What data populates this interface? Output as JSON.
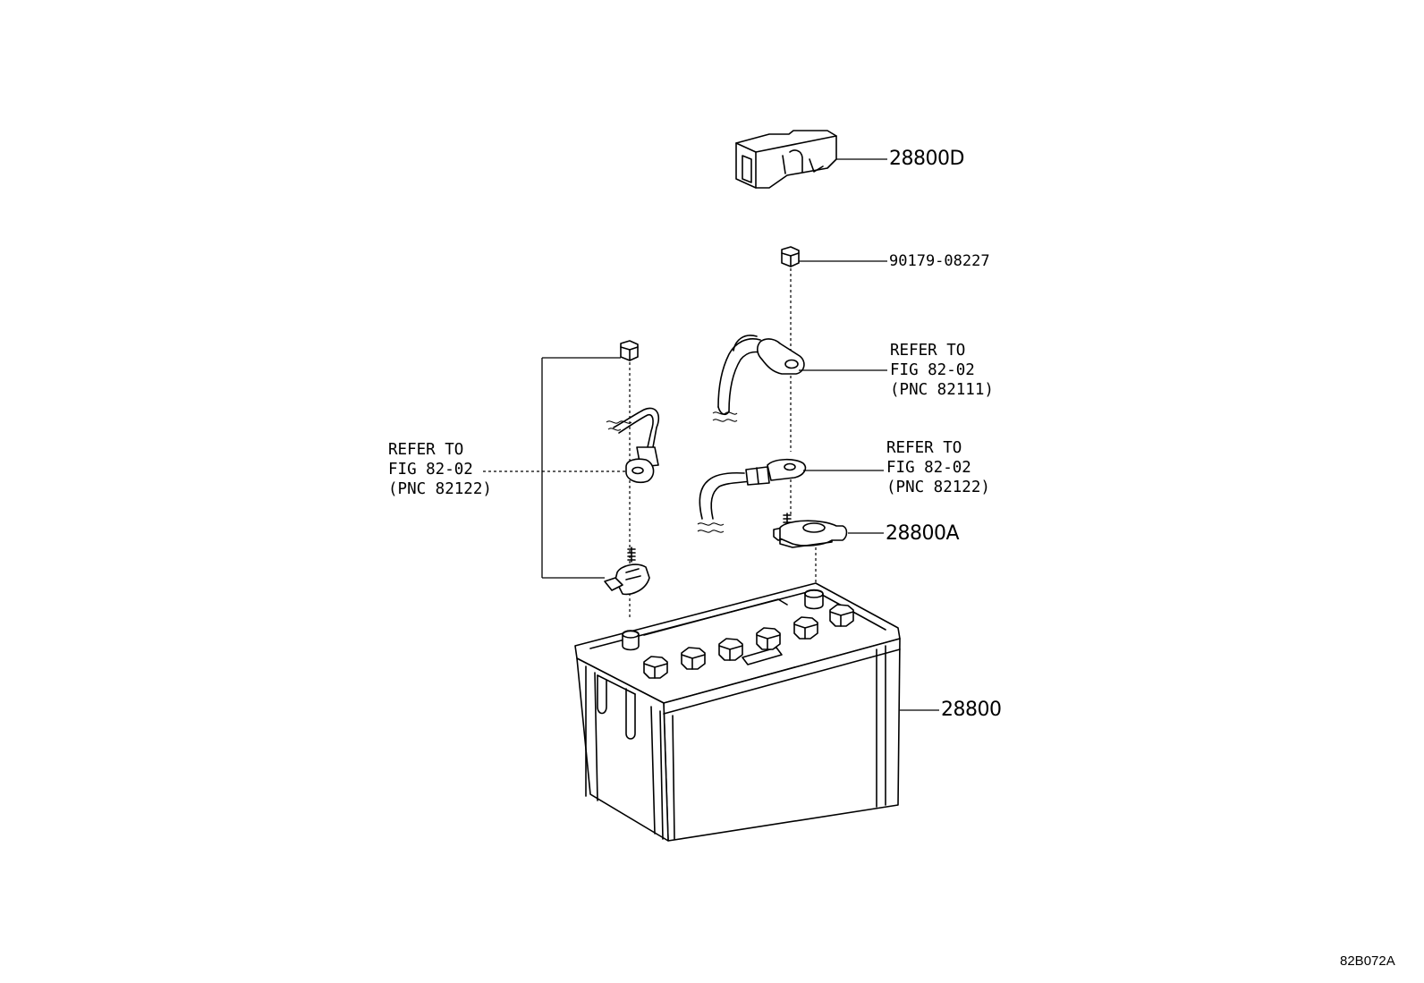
{
  "parts": {
    "protector_cover": "28800D",
    "nut": "90179-08227",
    "terminal_clamp": "28800A",
    "battery": "28800"
  },
  "references": {
    "positive_cable": {
      "line1": "REFER TO",
      "line2": "FIG 82-02",
      "line3": "(PNC 82111)"
    },
    "negative_cable_right": {
      "line1": "REFER TO",
      "line2": "FIG 82-02",
      "line3": "(PNC 82122)"
    },
    "negative_cable_left": {
      "line1": "REFER TO",
      "line2": "FIG 82-02",
      "line3": "(PNC 82122)"
    }
  },
  "figure_id": "82B072A"
}
